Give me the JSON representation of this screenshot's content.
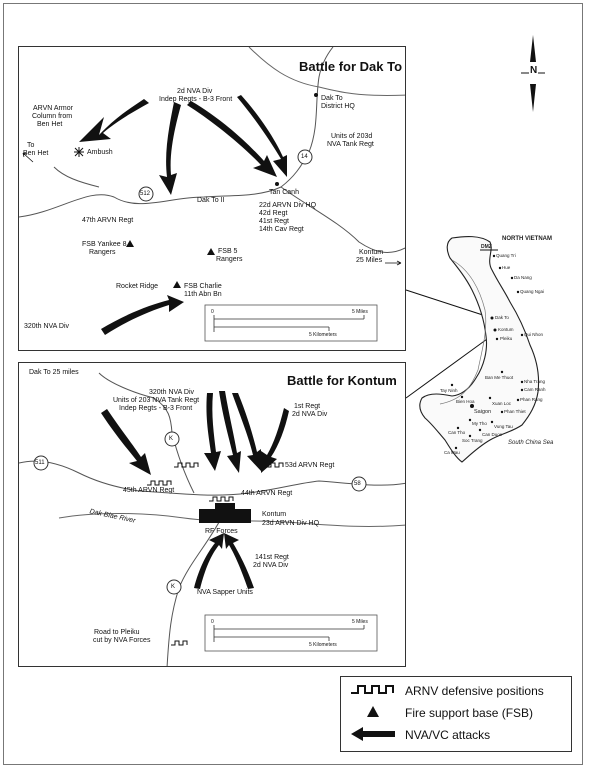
{
  "dakto": {
    "title": "Battle for Dak To",
    "labels": {
      "nva2": "2d NVA Div",
      "indep": "Indep Regts - B-3 Front",
      "armor1": "ARVN Armor",
      "armor2": "Column from",
      "armor3": "Ben Het",
      "tobenhet1": "To",
      "tobenhet2": "Ben Het",
      "ambush": "Ambush",
      "dakto_dhq1": "Dak To",
      "dakto_dhq2": "District HQ",
      "tank1": "Units of 203d",
      "tank2": "NVA Tank Regt",
      "route14": "14",
      "route512": "512",
      "daktoii": "Dak To II",
      "tancanh": "Tan Canh",
      "div22_1": "22d ARVN Div HQ",
      "div22_2": "42d Regt",
      "div22_3": "41st Regt",
      "div22_4": "14th Cav Regt",
      "arvn47": "47th ARVN Regt",
      "yankee1": "FSB Yankee 8",
      "yankee2": "Rangers",
      "fsb5_1": "FSB 5",
      "fsb5_2": "Rangers",
      "kontum1": "Kontum",
      "kontum2": "25 Miles",
      "rocket": "Rocket Ridge",
      "charlie1": "FSB Charlie",
      "charlie2": "11th Abn Bn",
      "nva320": "320th NVA Div"
    },
    "scale": {
      "miles": "5 Miles",
      "km": "5 Kilometers",
      "zero": "0"
    }
  },
  "kontum": {
    "title": "Battle for Kontum",
    "labels": {
      "dakto25": "Dak To 25 miles",
      "nva320_1": "320th NVA Div",
      "nva320_2": "Units of 203 NVA Tank Regt",
      "nva320_3": "Indep Regts - B-3 Front",
      "regt1_1": "1st Regt",
      "regt1_2": "2d NVA Div",
      "routeK1": "K",
      "route511": "511",
      "arvn53": "53d ARVN Regt",
      "arvn45": "45th ARVN Regt",
      "arvn44": "44th ARVN Regt",
      "route58": "58",
      "river": "Dak Blae River",
      "kontum1": "Kontum",
      "kontum2": "23d ARVN Div HQ",
      "rf": "RF Forces",
      "regt141_1": "141st Regt",
      "regt141_2": "2d NVA Div",
      "routeK2": "K",
      "sapper": "NVA Sapper Units",
      "pleiku1": "Road to Pleiku",
      "pleiku2": "cut by NVA Forces"
    },
    "scale": {
      "miles": "5 Miles",
      "km": "5 Kilometers",
      "zero": "0"
    }
  },
  "vietnam": {
    "north": "NORTH VIETNAM",
    "dmz": "DMZ",
    "sea": "South China Sea",
    "cities": [
      "Quang Tri",
      "Hue",
      "Da Nang",
      "Quang Ngai",
      "Dak To",
      "Kontum",
      "Pleiku",
      "Qui Nhon",
      "Ban Me Thuot",
      "Nha Trang",
      "Cam Ranh",
      "Tay Ninh",
      "Bien Hoa",
      "Xuan Loc",
      "Phan Rang",
      "Phan Thiet",
      "Saigon",
      "My Tho",
      "Can Tho",
      "Vung Tau",
      "Ca Mau",
      "Soc Trang",
      "Can Duoc"
    ]
  },
  "compass": {
    "north": "N"
  },
  "legend": {
    "defensive": "ARNV defensive positions",
    "fsb": "Fire support base (FSB)",
    "attacks": "NVA/VC attacks"
  }
}
